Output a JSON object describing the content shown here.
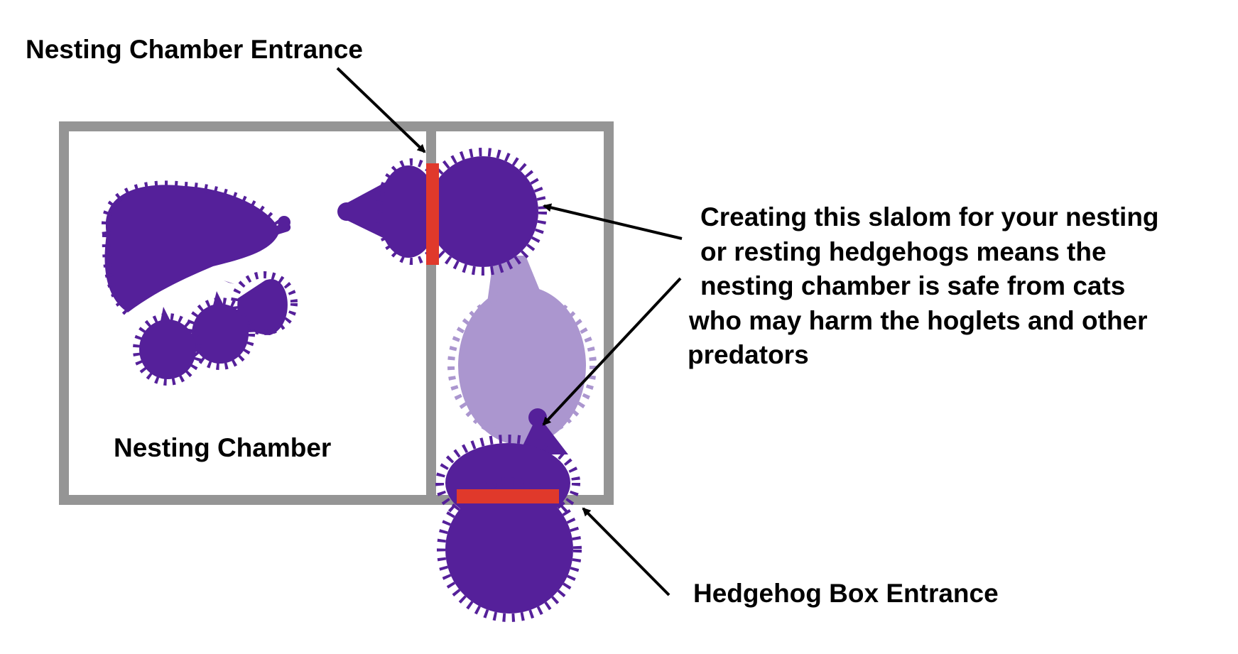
{
  "labels": {
    "nesting_chamber_entrance": "Nesting Chamber Entrance",
    "nesting_chamber": "Nesting Chamber",
    "hedgehog_box_entrance": "Hedgehog Box Entrance",
    "description_lines": [
      "Creating this slalom for your nesting",
      "or resting hedgehogs means the",
      "nesting chamber is safe from cats",
      "who may harm the hoglets and other",
      "predators"
    ]
  },
  "colors": {
    "wall": "#959595",
    "entrance": "#e0392b",
    "hedgehog": "#55209a",
    "hedgehog_faded": "#ab96cf",
    "arrow": "#000000",
    "background": "#ffffff"
  },
  "icons": {
    "mother": "hedgehog-mother-icon",
    "hoglet": "hoglet-icon",
    "entering": "hedgehog-entering-icon",
    "ghost": "hedgehog-faded-icon",
    "bottom": "hedgehog-box-entrance-icon"
  }
}
